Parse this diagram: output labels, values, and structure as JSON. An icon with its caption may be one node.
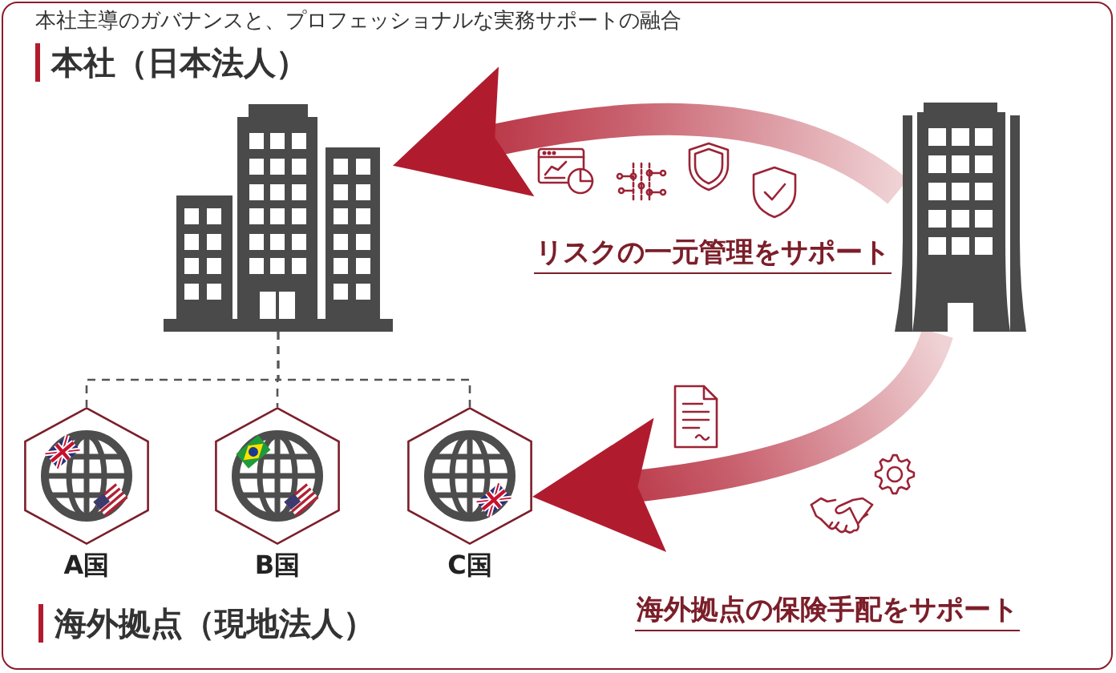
{
  "diagram": {
    "title": "本社主導のガバナンスと、プロフェッショナルな実務サポートの融合",
    "nodes": [
      {
        "text": [],
        "shape": "picture"
      },
      {
        "text": [],
        "shape": "picture"
      },
      {
        "text": [],
        "shape": "hexagon",
        "beside": [
          "A国"
        ]
      },
      {
        "text": [],
        "shape": "hexagon",
        "beside": [
          "B国"
        ]
      },
      {
        "text": [],
        "shape": "hexagon",
        "beside": [
          "C国"
        ]
      }
    ],
    "edges": [
      {
        "from": 0,
        "to": 2,
        "arrow": "none",
        "style": "dashed"
      },
      {
        "from": 0,
        "to": 3,
        "arrow": "none",
        "style": "dashed"
      },
      {
        "from": 0,
        "to": 4,
        "arrow": "none",
        "style": "dashed"
      },
      {
        "from": 1,
        "to": 0,
        "arrow": "to",
        "label": "リスクの一元管理をサポート",
        "style": "thick",
        "color": "#b01c2e"
      },
      {
        "from": 1,
        "to": 4,
        "arrow": "to",
        "label": "海外拠点の保険手配をサポート",
        "style": "thick",
        "color": "#b01c2e"
      }
    ],
    "labels": [
      "本社（日本法人）",
      "海外拠点（現地法人）"
    ]
  }
}
